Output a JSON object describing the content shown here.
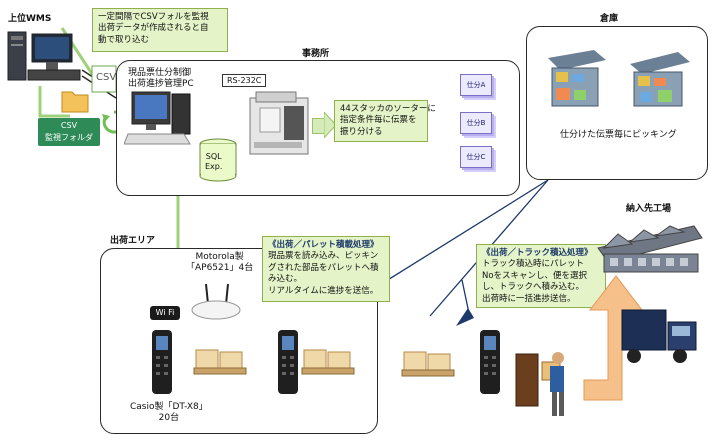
{
  "labels": {
    "wms": "上位WMS",
    "csv_folder": "CSV\n監視フォルダ",
    "csv_doc": "CSV",
    "office": "事務所",
    "pc": "現品票仕分制御\n出荷進捗管理PC",
    "rs232c": "RS-232C",
    "sql": "SQL\nExp.",
    "warehouse": "倉庫",
    "warehouse_caption": "仕分けた伝票毎にピッキング",
    "shipping_area": "出荷エリア",
    "customer_factory": "納入先工場",
    "motorola": "Motorola製\n「AP6521」4台",
    "wifi": "Wi Fi",
    "casio": "Casio製「DT-X8」\n20台",
    "sorter_a": "仕分A",
    "sorter_b": "仕分B",
    "sorter_c": "仕分C"
  },
  "notes": {
    "wms_note": "一定間隔でCSVフォルを監視\n出荷データが作成されると自\n動で取り込む",
    "sorter_note": "44スタッカのソーターに\n指定条件毎に伝票を\n振り分ける",
    "pallet_title": "《出荷／パレット積載処理》",
    "pallet_body": "現品票を読み込み、ピッキン\nグされた部品をパレットへ積\nみ込む。\nリアルタイムに進捗を送信。",
    "truck_title": "《出荷／トラック積込処理》",
    "truck_body": "トラック積込時にパレット\nNoをスキャンし、便を選択\nし、トラックへ積み込む。\n出荷時に一括進捗送信。"
  },
  "colors": {
    "connector": "#9fd07a",
    "note_bg": "#e4f3c8",
    "slip": "#eceaff",
    "orange_arrow": "#f6c08a"
  }
}
